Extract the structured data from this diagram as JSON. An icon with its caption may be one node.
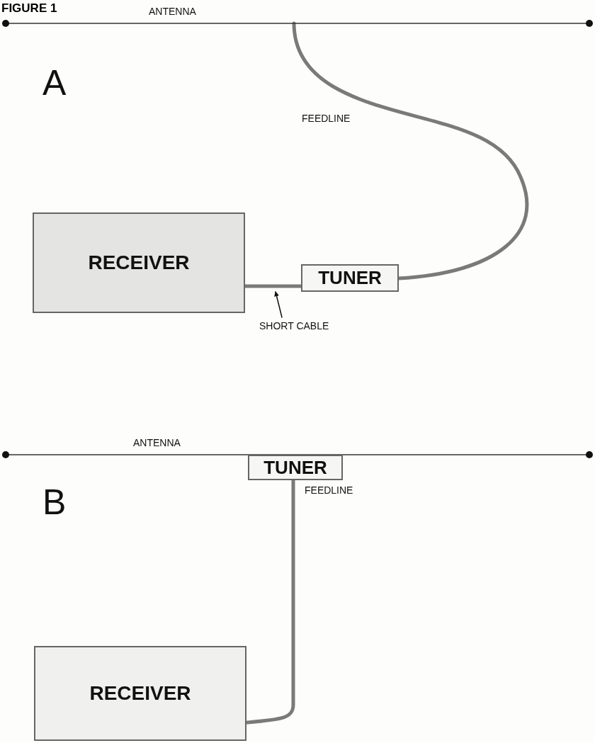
{
  "diagram": {
    "title": "FIGURE 1",
    "nodes": [
      {
        "text": [
          "ANTENNA"
        ]
      },
      {
        "text": [
          "RECEIVER"
        ]
      },
      {
        "text": [
          "TUNER"
        ]
      },
      {
        "text": [
          "SHORT CABLE"
        ]
      },
      {
        "text": [
          "ANTENNA"
        ]
      },
      {
        "text": [
          "TUNER"
        ]
      },
      {
        "text": [
          "RECEIVER"
        ]
      }
    ],
    "edges": [
      {
        "from": 2,
        "to": 0,
        "arrow": "none",
        "label": "FEEDLINE"
      },
      {
        "from": 1,
        "to": 2,
        "arrow": "none"
      },
      {
        "from": 3,
        "to": null,
        "arrow": "to",
        "color": "#111111"
      },
      {
        "from": 5,
        "to": 6,
        "arrow": "none",
        "label": "FEEDLINE"
      }
    ],
    "labels": [
      "A",
      "B"
    ]
  }
}
